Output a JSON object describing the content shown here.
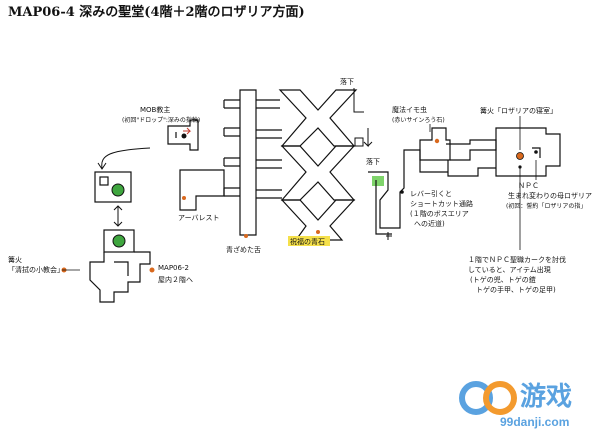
{
  "map": {
    "title": "MAP06-4 深みの聖堂(4階＋2階のロザリア方面)"
  },
  "labels": {
    "mob_name": "MOB教主",
    "mob_drop": "(初回\"ドロップ\":深みの指輪)",
    "bonfire_church_title": "篝火",
    "bonfire_church_name": "「清拭の小教会」",
    "map062_code": "MAP06-2",
    "map062_dest": "屋内２階へ",
    "arbalest": "アーバレスト",
    "blue_incense": "青ざめた舌",
    "drop_a": "落下",
    "drop_b": "落下",
    "dragonscale": "祝福の青石",
    "magic_bug": "魔法イモ虫",
    "magic_bug_drop": "(赤いサインろう石)",
    "lever_1": "レバー引くと",
    "lever_2": "ショートカット通路",
    "lever_3": "(１階のボスエリア",
    "lever_4": "への近道)",
    "bonfire_rosaria": "篝火「ロザリアの寝室」",
    "npc_title": "ＮＰＣ",
    "npc_name": "生まれ変わりの母ロザリア",
    "npc_drop": "(初回：誓約「ロザリアの指」",
    "note_1": "１階でＮＰＣ聖職カークを討伐",
    "note_2": "していると、アイテム出現",
    "note_3": "(トゲの兜、トゲの鎧",
    "note_4": "トゲの手甲、トゲの足甲)"
  },
  "watermark": {
    "brand": "游戏",
    "url": "99danji.com"
  },
  "colors": {
    "bonfire": "#d9691e",
    "item_green": "#3fa63f",
    "highlight": "#f5e04a",
    "green_strip": "#7fd46b",
    "watermark_blue": "#5aa2e0",
    "watermark_orange": "#f39a2e",
    "line": "#111111"
  }
}
